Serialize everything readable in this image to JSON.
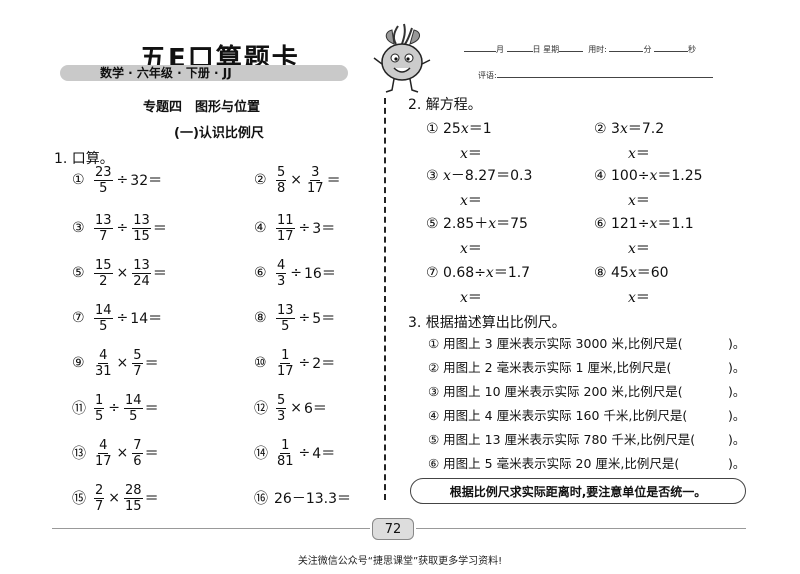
{
  "header": {
    "brand": "五E口算题卡",
    "subtitle": "数学 · 六年级 · 下册 · JJ",
    "date_labels": [
      "月",
      "日",
      "星期",
      "用时:",
      "分",
      "秒"
    ],
    "comment_label": "评语:"
  },
  "topic": {
    "title": "专题四　图形与位置",
    "subtitle": "(一)认识比例尺"
  },
  "q1": {
    "head": "1. 口算。",
    "items": [
      {
        "num": "①",
        "p1n": "23",
        "p1d": "5",
        "op": "÷",
        "tail": "32＝"
      },
      {
        "num": "②",
        "p1n": "5",
        "p1d": "8",
        "op": "×",
        "p2n": "3",
        "p2d": "17",
        "tail": "＝"
      },
      {
        "num": "③",
        "p1n": "13",
        "p1d": "7",
        "op": "÷",
        "p2n": "13",
        "p2d": "15",
        "tail": "＝"
      },
      {
        "num": "④",
        "p1n": "11",
        "p1d": "17",
        "op": "÷",
        "tail": "3＝"
      },
      {
        "num": "⑤",
        "p1n": "15",
        "p1d": "2",
        "op": "×",
        "p2n": "13",
        "p2d": "24",
        "tail": "＝"
      },
      {
        "num": "⑥",
        "p1n": "4",
        "p1d": "3",
        "op": "÷",
        "tail": "16＝"
      },
      {
        "num": "⑦",
        "p1n": "14",
        "p1d": "5",
        "op": "÷",
        "tail": "14＝"
      },
      {
        "num": "⑧",
        "p1n": "13",
        "p1d": "5",
        "op": "÷",
        "tail": "5＝"
      },
      {
        "num": "⑨",
        "p1n": "4",
        "p1d": "31",
        "op": "×",
        "p2n": "5",
        "p2d": "7",
        "tail": "＝"
      },
      {
        "num": "⑩",
        "p1n": "1",
        "p1d": "17",
        "op": "÷",
        "tail": "2＝"
      },
      {
        "num": "⑪",
        "p1n": "1",
        "p1d": "5",
        "op": "÷",
        "p2n": "14",
        "p2d": "5",
        "tail": "＝"
      },
      {
        "num": "⑫",
        "p1n": "5",
        "p1d": "3",
        "op": "×",
        "tail": "6＝"
      },
      {
        "num": "⑬",
        "p1n": "4",
        "p1d": "17",
        "op": "×",
        "p2n": "7",
        "p2d": "6",
        "tail": "＝"
      },
      {
        "num": "⑭",
        "p1n": "1",
        "p1d": "81",
        "op": "÷",
        "tail": "4＝"
      },
      {
        "num": "⑮",
        "p1n": "2",
        "p1d": "7",
        "op": "×",
        "p2n": "28",
        "p2d": "15",
        "tail": "＝"
      },
      {
        "num": "⑯",
        "plain": "26－13.3＝"
      }
    ]
  },
  "q2": {
    "head": "2. 解方程。",
    "var": "x",
    "answer_eq": "＝",
    "items": [
      {
        "num": "①",
        "pre": "25",
        "post": "＝1"
      },
      {
        "num": "②",
        "pre": "3",
        "post": "＝7.2"
      },
      {
        "num": "③",
        "pre": "",
        "post": "－8.27＝0.3"
      },
      {
        "num": "④",
        "pre": "100÷",
        "post": "＝1.25"
      },
      {
        "num": "⑤",
        "pre": "2.85＋",
        "post": "＝75"
      },
      {
        "num": "⑥",
        "pre": "121÷",
        "post": "＝1.1"
      },
      {
        "num": "⑦",
        "pre": "0.68÷",
        "post": "＝1.7"
      },
      {
        "num": "⑧",
        "pre": "45",
        "post": "＝60"
      }
    ]
  },
  "q3": {
    "head": "3. 根据描述算出比例尺。",
    "items": [
      {
        "text": "① 用图上 3 厘米表示实际 3000 米,比例尺是(",
        "close": ")。"
      },
      {
        "text": "② 用图上 2 毫米表示实际 1 厘米,比例尺是(",
        "close": ")。"
      },
      {
        "text": "③ 用图上 10 厘米表示实际 200 米,比例尺是(",
        "close": ")。"
      },
      {
        "text": "④ 用图上 4 厘米表示实际 160 千米,比例尺是(",
        "close": ")。"
      },
      {
        "text": "⑤ 用图上 13 厘米表示实际 780 千米,比例尺是(",
        "close": ")。"
      },
      {
        "text": "⑥ 用图上 5 毫米表示实际 20 厘米,比例尺是(",
        "close": ")。"
      }
    ]
  },
  "tip": "根据比例尺求实际距离时,要注意单位是否统一。",
  "page_number": "72",
  "footer": "关注微信公众号“捷思课堂”获取更多学习资料!"
}
